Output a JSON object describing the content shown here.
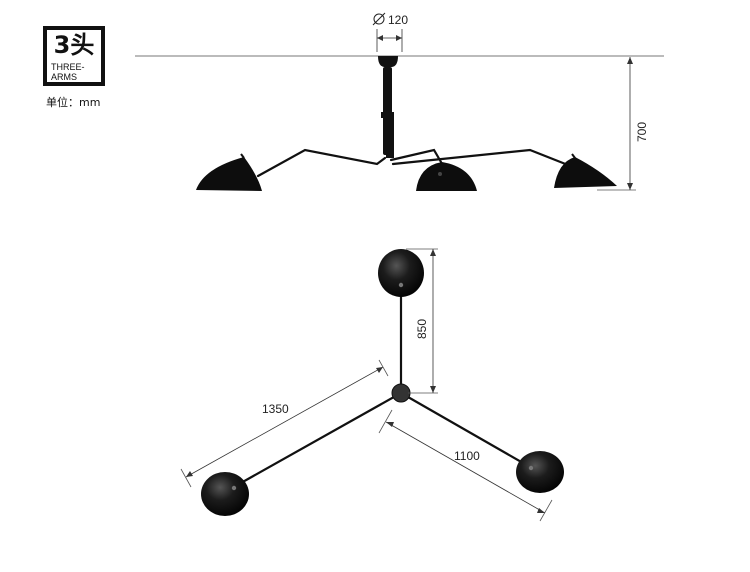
{
  "badge": {
    "title": "3头",
    "subtitle_line1": "THREE-",
    "subtitle_line2": "ARMS"
  },
  "unit_label": "单位：mm",
  "dimensions": {
    "canopy_diameter": "120",
    "height": "700",
    "top_arm_length": "850",
    "left_arm_length": "1350",
    "right_arm_length": "1100"
  },
  "colors": {
    "line": "#111111",
    "dimension_line": "#333333",
    "shade": "#0d0d0d"
  }
}
